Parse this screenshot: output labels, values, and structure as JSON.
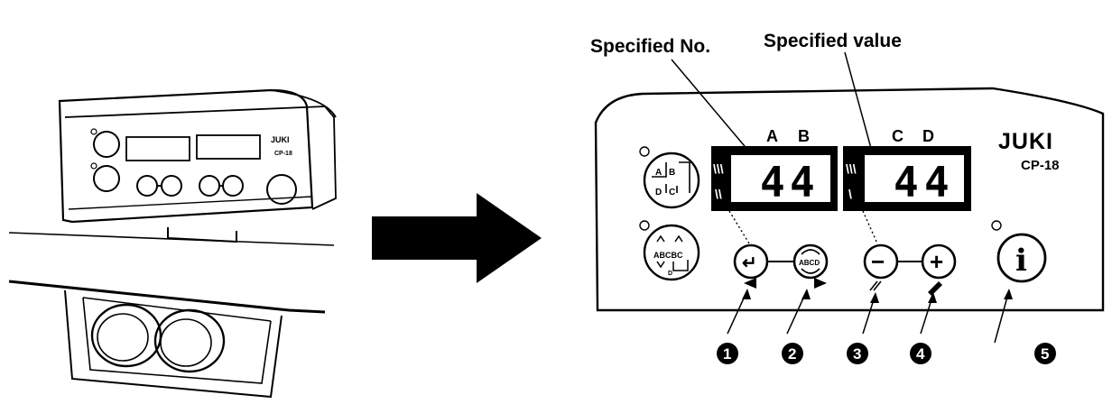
{
  "labels": {
    "specified_no": "Specified No.",
    "specified_value": "Specified value"
  },
  "panel": {
    "brand": "JUKI",
    "model": "CP-18",
    "display_left": {
      "letters": [
        "A",
        "B"
      ],
      "digits": [
        "4",
        "4"
      ]
    },
    "display_right": {
      "letters": [
        "C",
        "D"
      ],
      "digits": [
        "4",
        "4"
      ]
    }
  },
  "small_panel": {
    "brand": "JUKI",
    "model": "CP-18"
  },
  "buttons": {
    "enter_symbol": "↵",
    "abcd_symbol": "ABCD",
    "minus_symbol": "−",
    "plus_symbol": "+",
    "info_symbol": "i"
  },
  "callouts": [
    "1",
    "2",
    "3",
    "4",
    "5"
  ]
}
